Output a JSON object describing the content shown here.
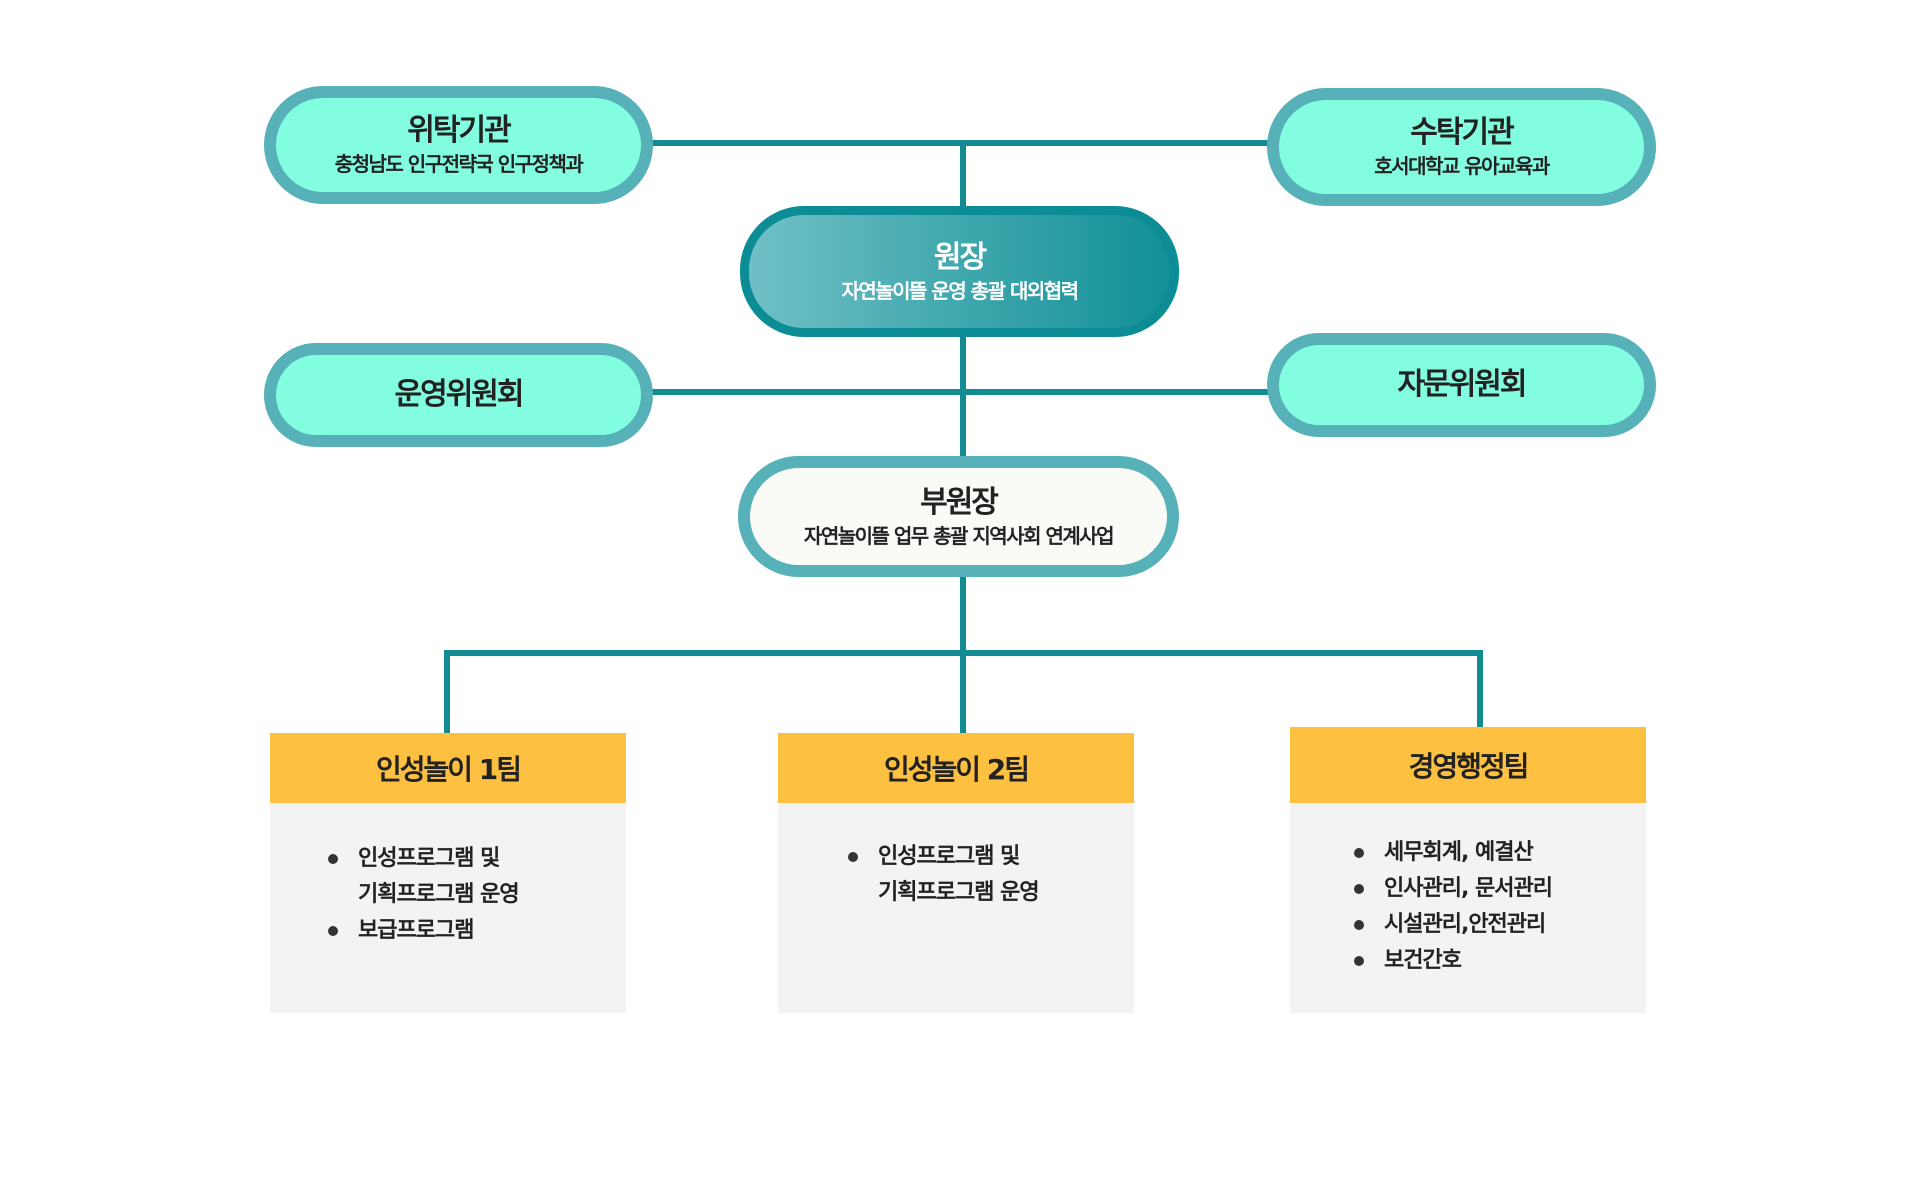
{
  "colors": {
    "connector": "#138b92",
    "pill_fill": "#83fde0",
    "pill_border": "#56b1b9",
    "director_border": "#0c8d96",
    "team_header": "#fec040",
    "team_body": "#f4f3f3"
  },
  "nodes": {
    "entrusting": {
      "title": "위탁기관",
      "sub": "충청남도 인구전략국 인구정책과"
    },
    "entrusted": {
      "title": "수탁기관",
      "sub": "호서대학교 유아교육과"
    },
    "director": {
      "title": "원장",
      "sub": "자연놀이뜰 운영 총괄 대외협력"
    },
    "operating_committee": {
      "title": "운영위원회"
    },
    "advisory_committee": {
      "title": "자문위원회"
    },
    "vice_director": {
      "title": "부원장",
      "sub": "자연놀이뜰 업무 총괄 지역사회 연계사업"
    }
  },
  "teams": [
    {
      "name": "인성놀이 1팀",
      "items": [
        "인성프로그램 및\n기획프로그램 운영",
        "보급프로그램"
      ]
    },
    {
      "name": "인성놀이 2팀",
      "items": [
        "인성프로그램 및\n기획프로그램 운영"
      ]
    },
    {
      "name": "경영행정팀",
      "items": [
        "세무회계, 예결산",
        "인사관리, 문서관리",
        "시설관리,안전관리",
        "보건간호"
      ]
    }
  ]
}
